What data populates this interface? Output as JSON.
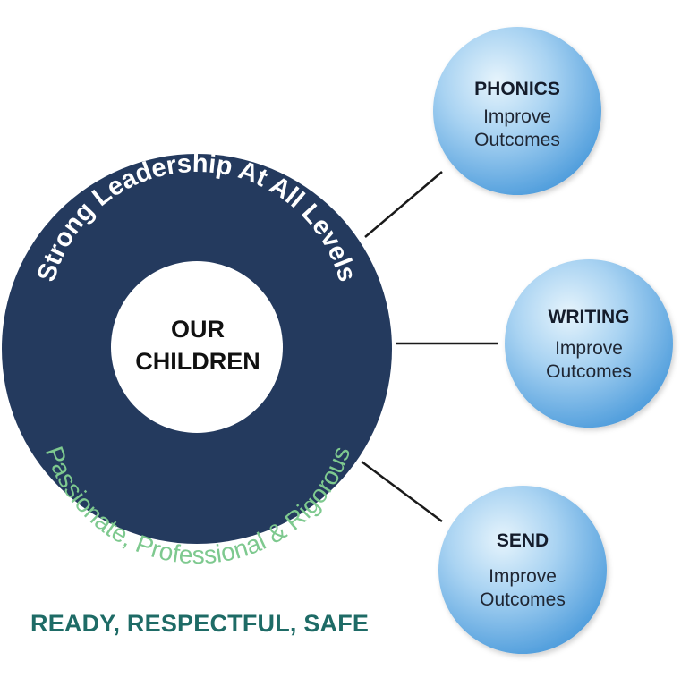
{
  "center": {
    "line1": "OUR",
    "line2": "CHILDREN"
  },
  "ring": {
    "top_text": "Strong Leadership At All Levels",
    "bottom_text": "Passionate, Professional & Rigorous"
  },
  "bubbles": [
    {
      "title": "PHONICS",
      "line1": "Improve",
      "line2": "Outcomes"
    },
    {
      "title": "WRITING",
      "line1": "Improve",
      "line2": "Outcomes"
    },
    {
      "title": "SEND",
      "line1": "Improve",
      "line2": "Outcomes"
    }
  ],
  "motto": "READY, RESPECTFUL, SAFE",
  "colors": {
    "ring": "#243a5e",
    "ring_top_text": "#ffffff",
    "ring_bottom_text": "#7ec98f",
    "bubble_light": "#dff0fb",
    "bubble_dark": "#5aa7e0",
    "motto": "#1e6b66",
    "connector": "#1a1a1a"
  }
}
